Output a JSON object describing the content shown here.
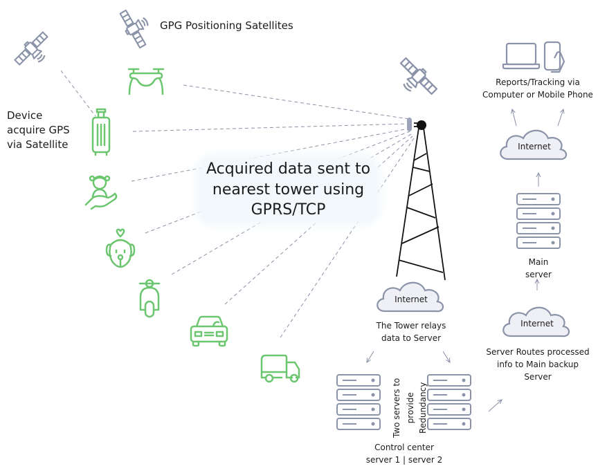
{
  "title": "GPS Tracking System Diagram",
  "colors": {
    "device_green": "#6cc56f",
    "icon_gray": "#8a93a8",
    "line_gray": "#8890a6",
    "tower_black": "#111111",
    "cloud_fill": "#eef0f5",
    "glow_bg": "#f3f8fc"
  },
  "labels": {
    "satellites": "GPG Positioning Satellites",
    "device_acquire": [
      "Device",
      "acquire GPS",
      "via Satellite"
    ],
    "center_message": [
      "Acquired data sent to",
      "nearest tower using",
      "GPRS/TCP"
    ],
    "reports": [
      "Reports/Tracking via",
      "Computer or Mobile Phone"
    ],
    "main_server": [
      "Main",
      "server"
    ],
    "server_routes": [
      "Server Routes processed",
      "info to Main backup",
      "Server"
    ],
    "tower_relays": [
      "The Tower relays",
      "data to Server"
    ],
    "redundancy_1": "Two servers to",
    "redundancy_2": "provide",
    "redundancy_3": "Redundancy",
    "control_center": [
      "Control center",
      "server 1 | server 2"
    ]
  },
  "clouds": {
    "top_right": "Internet",
    "mid_right": "Internet",
    "tower": "Internet"
  },
  "icons": {
    "satellites": [
      "satellite-icon",
      "satellite-icon",
      "satellite-icon"
    ],
    "devices": [
      "drone-icon",
      "luggage-icon",
      "child-care-icon",
      "pet-dog-icon",
      "scooter-icon",
      "car-icon",
      "truck-icon"
    ],
    "endpoints": [
      "laptop-icon",
      "mobile-phone-icon"
    ],
    "infrastructure": [
      "cell-tower-icon",
      "server-rack-icon",
      "cloud-icon"
    ]
  }
}
